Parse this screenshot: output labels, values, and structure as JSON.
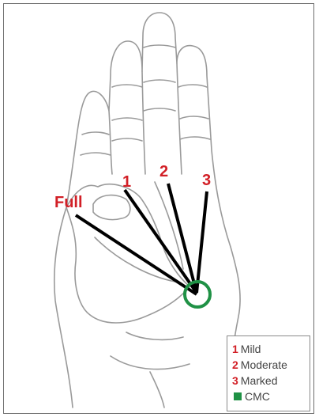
{
  "labels": {
    "full": "Full",
    "one": "1",
    "two": "2",
    "three": "3"
  },
  "legend": {
    "items": [
      {
        "num": "1",
        "text": "Mild"
      },
      {
        "num": "2",
        "text": "Moderate"
      },
      {
        "num": "3",
        "text": "Marked"
      }
    ],
    "cmc": {
      "text": "CMC"
    }
  },
  "colors": {
    "label_red": "#d21f26",
    "cmc_green": "#1f9145",
    "line_black": "#000000",
    "hand_outline": "#9a9a9a"
  }
}
